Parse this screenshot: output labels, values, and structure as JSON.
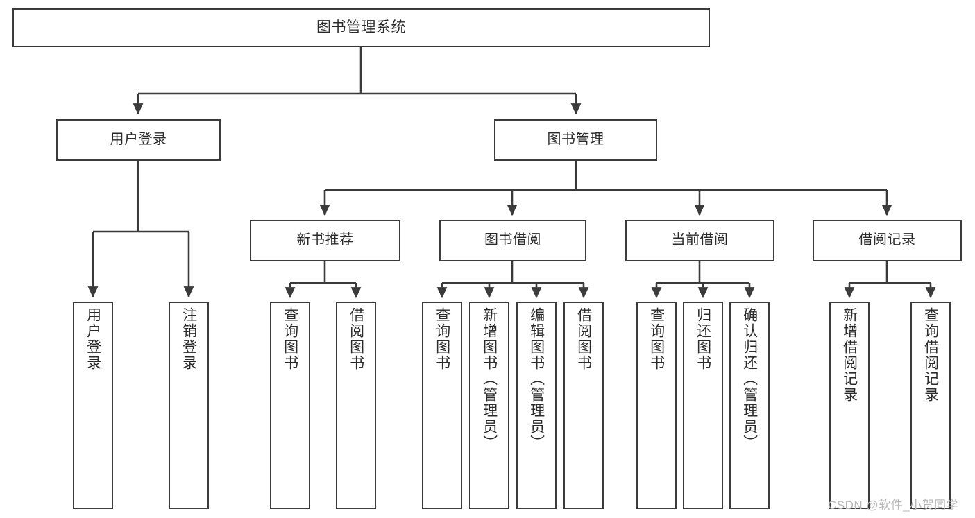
{
  "diagram": {
    "title": "图书管理系统",
    "type": "tree-hierarchy",
    "root": {
      "label": "图书管理系统"
    },
    "level1": [
      {
        "label": "用户登录"
      },
      {
        "label": "图书管理"
      }
    ],
    "level2": [
      {
        "label": "新书推荐"
      },
      {
        "label": "图书借阅"
      },
      {
        "label": "当前借阅"
      },
      {
        "label": "借阅记录"
      }
    ],
    "leaves": {
      "user_login": [
        {
          "label": "用户登录"
        },
        {
          "label": "注销登录"
        }
      ],
      "new_book_recommend": [
        {
          "label": "查询图书"
        },
        {
          "label": "借阅图书"
        }
      ],
      "book_borrow": [
        {
          "label": "查询图书"
        },
        {
          "label": "新增图书（管理员）"
        },
        {
          "label": "编辑图书（管理员）"
        },
        {
          "label": "借阅图书"
        }
      ],
      "current_borrow": [
        {
          "label": "查询图书"
        },
        {
          "label": "归还图书"
        },
        {
          "label": "确认归还（管理员）"
        }
      ],
      "borrow_record": [
        {
          "label": "新增借阅记录"
        },
        {
          "label": "查询借阅记录"
        }
      ]
    }
  },
  "watermark": {
    "text": "CSDN @软件_小贺同学"
  },
  "colors": {
    "box_border": "#3b3b3b",
    "box_fill": "#ffffff",
    "edge": "#3b3b3b",
    "text": "#2b2b2b",
    "watermark": "#b9b9b9",
    "background": "#ffffff"
  }
}
